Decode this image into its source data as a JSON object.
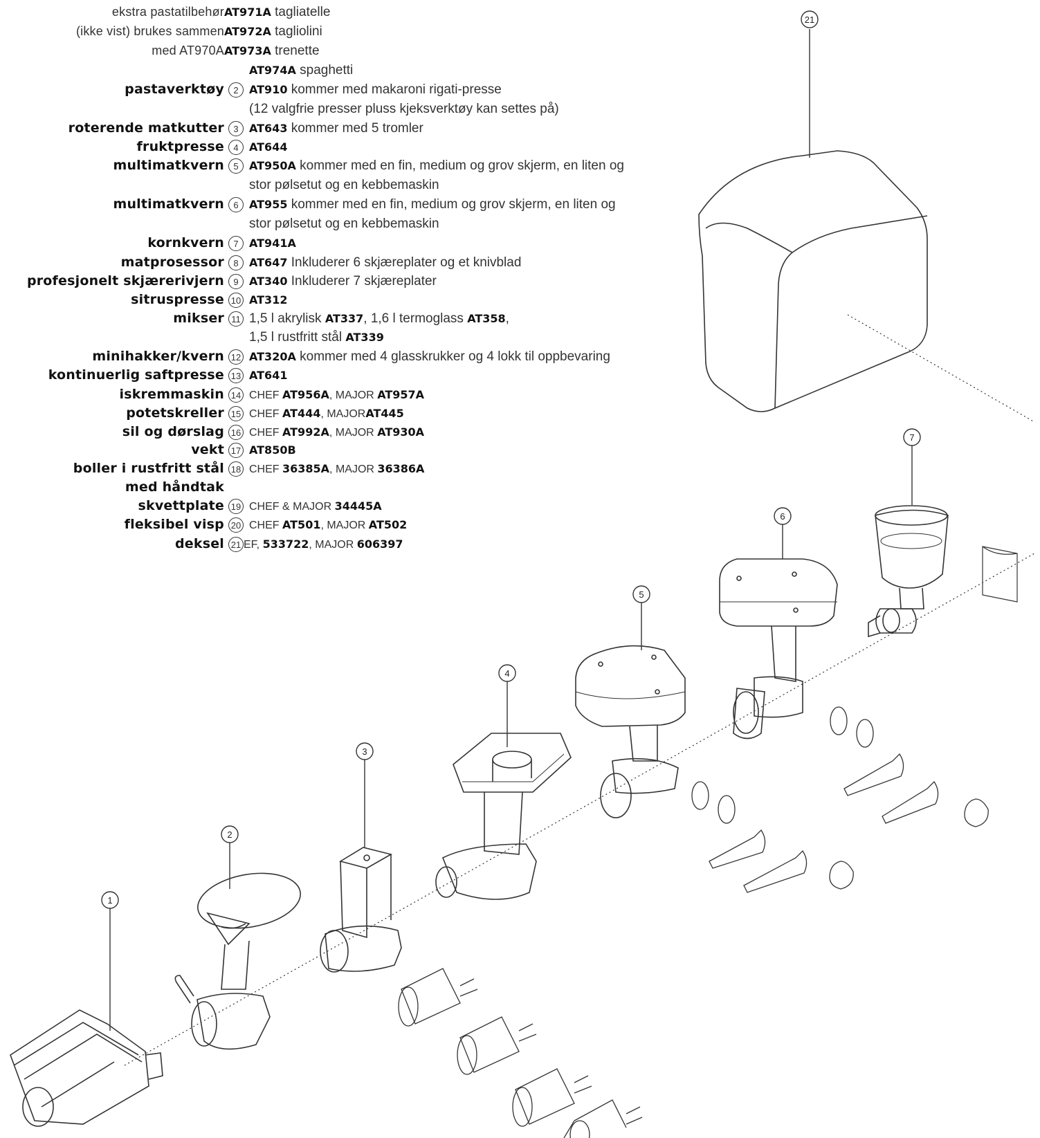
{
  "pasta": {
    "rows": [
      {
        "label": "ekstra pastatilbehør",
        "code": "AT971A",
        "name": "tagliatelle"
      },
      {
        "label": "(ikke vist) brukes sammen",
        "code": "AT972A",
        "name": "tagliolini"
      },
      {
        "label": "med AT970A",
        "code": "AT973A",
        "name": "trenette"
      },
      {
        "label": "",
        "code": "AT974A",
        "name": "spaghetti"
      }
    ]
  },
  "items": [
    {
      "label": "pastaverktøy",
      "num": "2",
      "code": "AT910",
      "text": " kommer med makaroni rigati-presse",
      "cont": "(12 valgfrie presser pluss kjeksverktøy kan settes på)"
    },
    {
      "label": "roterende matkutter",
      "num": "3",
      "code": "AT643",
      "text": " kommer med 5 tromler"
    },
    {
      "label": "fruktpresse",
      "num": "4",
      "code": "AT644",
      "text": ""
    },
    {
      "label": "multimatkvern",
      "num": "5",
      "code": "AT950A",
      "text": " kommer med en fin, medium og grov skjerm, en liten og",
      "cont": "stor pølsetut og en kebbemaskin"
    },
    {
      "label": "multimatkvern",
      "num": "6",
      "code": "AT955",
      "text": " kommer med en fin, medium og grov skjerm, en liten og",
      "cont": "stor pølsetut og en kebbemaskin"
    },
    {
      "label": "kornkvern",
      "num": "7",
      "code": "AT941A",
      "text": ""
    },
    {
      "label": "matprosessor",
      "num": "8",
      "code": "AT647",
      "text": " Inkluderer 6 skjæreplater og et knivblad"
    },
    {
      "label": "profesjonelt skjærerivjern",
      "num": "9",
      "code": "AT340",
      "text": " Inkluderer 7 skjæreplater"
    },
    {
      "label": "sitruspresse",
      "num": "10",
      "code": "AT312",
      "text": ""
    },
    {
      "label": "mikser",
      "num": "11",
      "pre": "1,5 l akrylisk ",
      "code": "AT337",
      "text": ", 1,6 l termoglass ",
      "code2": "AT358",
      "text2": ",",
      "cont_pre": "1,5 l rustfritt stål ",
      "cont_code": "AT339"
    },
    {
      "label": "minihakker/kvern",
      "num": "12",
      "code": "AT320A",
      "text": " kommer med 4 glasskrukker og 4 lokk til oppbevaring"
    },
    {
      "label": "kontinuerlig saftpresse",
      "num": "13",
      "code": "AT641",
      "text": ""
    },
    {
      "label": "iskremmaskin",
      "num": "14",
      "pre": "CHEF ",
      "code": "AT956A",
      "text": ", MAJOR ",
      "code2": "AT957A"
    },
    {
      "label": "potetskreller",
      "num": "15",
      "pre": "CHEF ",
      "code": "AT444",
      "text": ", MAJOR",
      "code2": "AT445"
    },
    {
      "label": "sil og dørslag",
      "num": "16",
      "pre": "CHEF ",
      "code": "AT992A",
      "text": ", MAJOR ",
      "code2": "AT930A"
    },
    {
      "label": "vekt",
      "num": "17",
      "code": "AT850B",
      "text": ""
    },
    {
      "label": "boller i rustfritt stål",
      "label2": "med håndtak",
      "num": "18",
      "pre": "CHEF ",
      "code": "36385A",
      "text": ", MAJOR ",
      "code2": "36386A"
    },
    {
      "label": "skvettplate",
      "num": "19",
      "pre": "CHEF & MAJOR ",
      "code": "34445A",
      "text": ""
    },
    {
      "label": "fleksibel visp",
      "num": "20",
      "pre": "CHEF ",
      "code": "AT501",
      "text": ", MAJOR ",
      "code2": "AT502"
    },
    {
      "label": "deksel",
      "num": "21",
      "pre": "EF, ",
      "code": "533722",
      "text": ", MAJOR ",
      "code2": "606397"
    }
  ],
  "callouts": [
    "1",
    "2",
    "3",
    "4",
    "5",
    "6",
    "7",
    "21"
  ]
}
